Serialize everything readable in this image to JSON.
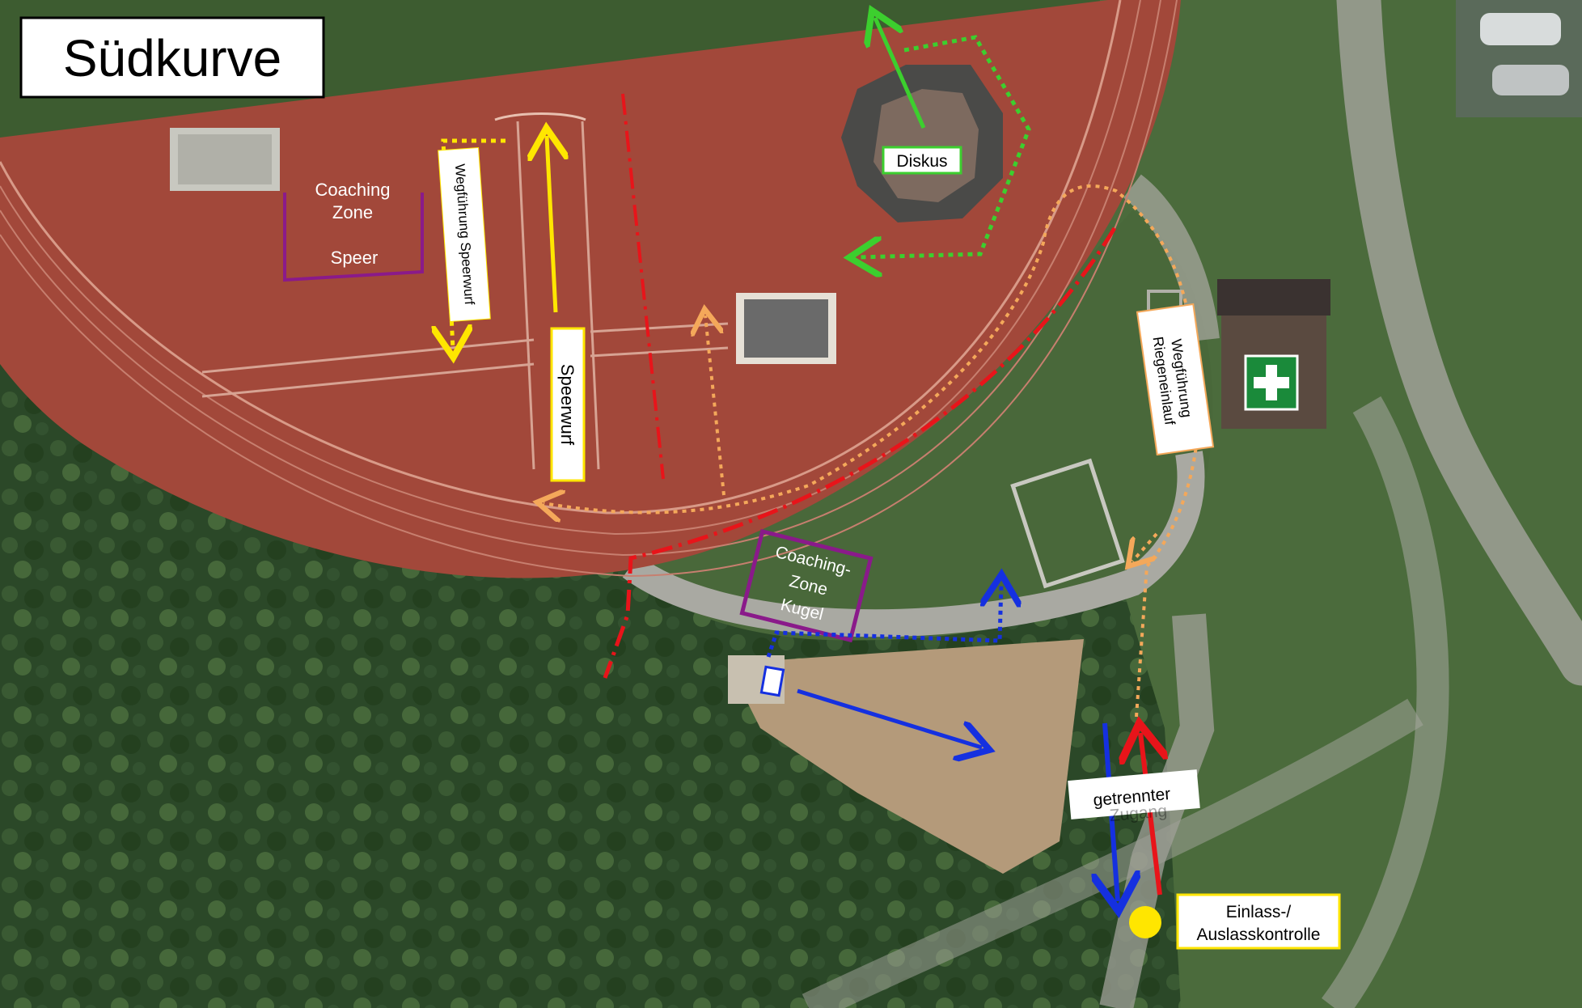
{
  "title": "Südkurve",
  "labels": {
    "diskus": "Diskus",
    "coaching_speer_line1": "Coaching",
    "coaching_speer_line2": "Zone",
    "coaching_speer_line3": "Speer",
    "wegfuehrung_speerwurf": "Wegführung Speerwurf",
    "speerwurf": "Speerwurf",
    "wegfuehrung_riegen_line1": "Wegführung",
    "wegfuehrung_riegen_line2": "Riegeneinlauf",
    "coaching_kugel_line1": "Coaching-",
    "coaching_kugel_line2": "Zone",
    "coaching_kugel_line3": "Kugel",
    "getrennter_line1": "getrennter",
    "getrennter_line2": "Zugang",
    "einlass_line1": "Einlass-/",
    "einlass_line2": "Auslasskontrolle"
  },
  "icons": {
    "first_aid": "first-aid-cross-icon",
    "control_point": "control-point-dot-icon"
  },
  "colors": {
    "track": "#a2483a",
    "grass": "#3f5e35",
    "forest": "#2d4a2a",
    "path": "#9c9c96",
    "speerwurf_route": "#ffe600",
    "discus_route": "#3ccf2e",
    "riegen_route": "#f4a85a",
    "kugel_route": "#1530e0",
    "boundary": "#e8141a",
    "coaching_zone": "#8a1a8a",
    "first_aid": "#1a8a3a",
    "control_dot": "#ffe600"
  }
}
